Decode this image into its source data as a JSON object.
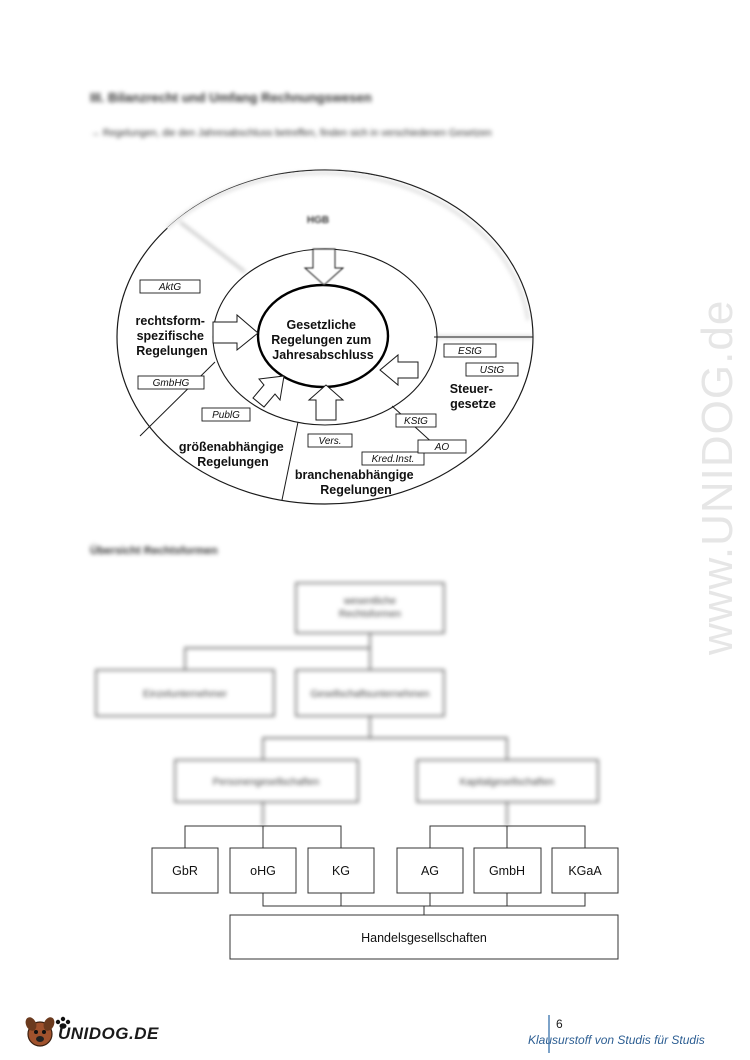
{
  "page": {
    "heading": "III. Bilanzrecht und Umfang Rechnungswesen",
    "subline": "→ Regelungen, die den Jahresabschluss betreffen, finden sich in verschiedenen Gesetzen",
    "section2": "Übersicht Rechtsformen",
    "watermark": "www.UNIDOG.de",
    "page_number": "6",
    "footer": "Klausurstoff von Studis für Studis",
    "logo": "UNIDOG.DE"
  },
  "circle": {
    "center_lines": [
      "Gesetzliche",
      "Regelungen zum",
      "Jahresabschluss"
    ],
    "hgb": "HGB",
    "rechtsform_lines": [
      "rechtsform-",
      "spezifische",
      "Regelungen"
    ],
    "groessen_lines": [
      "größenabhängige",
      "Regelungen"
    ],
    "branchen_lines": [
      "branchenabhängige",
      "Regelungen"
    ],
    "steuer_lines": [
      "Steuer-",
      "gesetze"
    ],
    "boxes": {
      "aktg": "AktG",
      "gmbhg": "GmbHG",
      "publg": "PublG",
      "vers": "Vers.",
      "kred": "Kred.Inst.",
      "kstg": "KStG",
      "ao": "AO",
      "estg": "EStG",
      "ustg": "UStG"
    }
  },
  "org": {
    "root": [
      "wesentliche",
      "Rechtsformen"
    ],
    "einzel": "Einzelunternehmer",
    "gesellschaft": "Gesellschaftsunternehmen",
    "personen": "Personengesellschaften",
    "kapital": "Kapitalgesellschaften",
    "gbr": "GbR",
    "ohg": "oHG",
    "kg": "KG",
    "ag": "AG",
    "gmbh": "GmbH",
    "kgaa": "KGaA",
    "handels": "Handelsgesellschaften"
  }
}
